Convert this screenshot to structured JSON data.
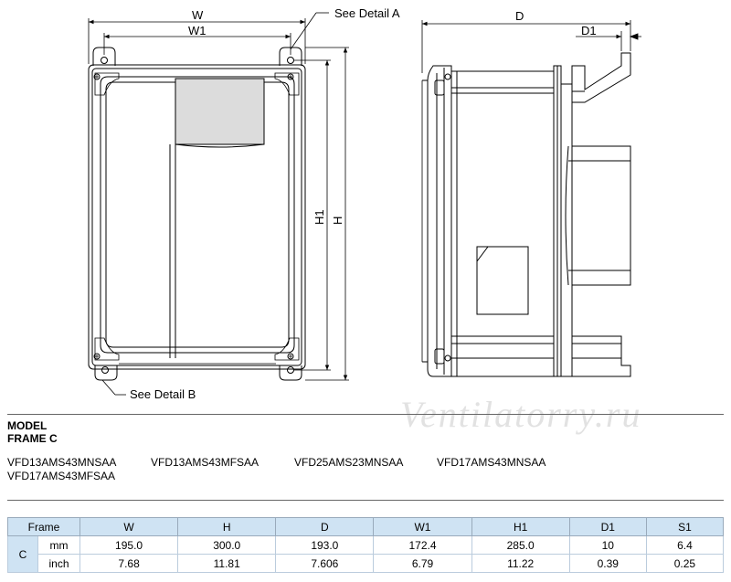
{
  "drawing": {
    "labels": {
      "w": "W",
      "w1": "W1",
      "h": "H",
      "h1": "H1",
      "d": "D",
      "d1": "D1",
      "detail_a": "See Detail A",
      "detail_b": "See Detail B"
    }
  },
  "watermark": "Ventilatorry.ru",
  "model_section": {
    "title_line1": "MODEL",
    "title_line2": "FRAME C",
    "models": [
      "VFD13AMS43MNSAA",
      "VFD13AMS43MFSAA",
      "VFD25AMS23MNSAA",
      "VFD17AMS43MNSAA",
      "VFD17AMS43MFSAA"
    ]
  },
  "table": {
    "headers": [
      "Frame",
      "W",
      "H",
      "D",
      "W1",
      "H1",
      "D1",
      "S1"
    ],
    "frame": "C",
    "rows": [
      {
        "unit": "mm",
        "values": [
          "195.0",
          "300.0",
          "193.0",
          "172.4",
          "285.0",
          "10",
          "6.4"
        ]
      },
      {
        "unit": "inch",
        "values": [
          "7.68",
          "11.81",
          "7.606",
          "6.79",
          "11.22",
          "0.39",
          "0.25"
        ]
      }
    ]
  },
  "colors": {
    "header_bg": "#cfe3f3",
    "line": "#000000",
    "rule": "#666666"
  }
}
